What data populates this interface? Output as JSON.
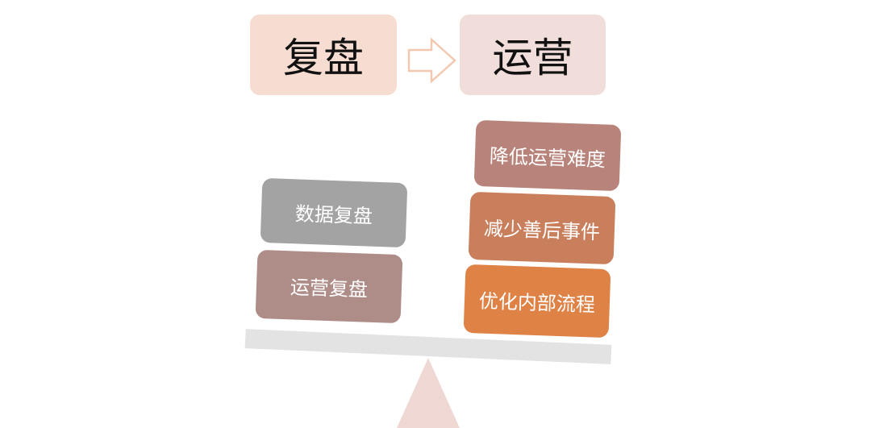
{
  "header": {
    "left_label": "复盘",
    "right_label": "运营",
    "arrow_icon": "right-arrow-icon"
  },
  "scale": {
    "left_blocks": [
      {
        "label": "数据复盘",
        "color": "#a3a3a3"
      },
      {
        "label": "运营复盘",
        "color": "#ae8c88"
      }
    ],
    "right_blocks": [
      {
        "label": "降低运营难度",
        "color": "#b8837a"
      },
      {
        "label": "减少善后事件",
        "color": "#ca7f5c"
      },
      {
        "label": "优化内部流程",
        "color": "#df8246"
      }
    ],
    "beam_color": "#e3e3e3",
    "fulcrum_color": "#efd8d4"
  },
  "colors": {
    "left_box": "#f6dcd1",
    "right_box": "#f1ddd9",
    "arrow_stroke": "#f2c9b0"
  }
}
